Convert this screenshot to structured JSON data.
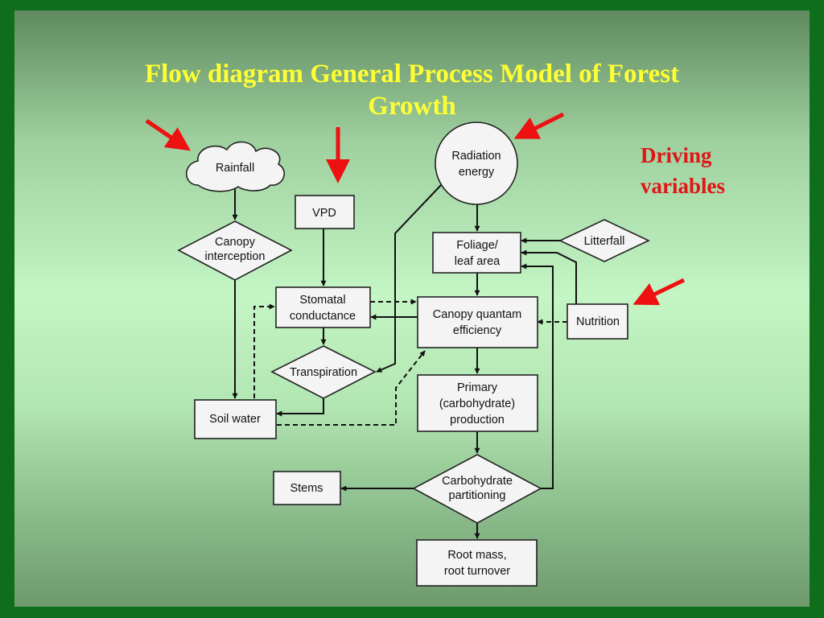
{
  "title": {
    "line1": "Flow diagram General Process Model of Forest",
    "line2": "Growth"
  },
  "legend": {
    "line1": "Driving",
    "line2": "variables"
  },
  "nodes": {
    "rainfall": "Rainfall",
    "radiation": [
      "Radiation",
      "energy"
    ],
    "vpd": "VPD",
    "canopy_interception": [
      "Canopy",
      "interception"
    ],
    "foliage": [
      "Foliage/",
      "leaf area"
    ],
    "litterfall": "Litterfall",
    "stomatal": [
      "Stomatal",
      "conductance"
    ],
    "quantum": [
      "Canopy quantam",
      "efficiency"
    ],
    "nutrition": "Nutrition",
    "transpiration": "Transpiration",
    "primary": [
      "Primary",
      "(carbohydrate)",
      "production"
    ],
    "soil_water": "Soil water",
    "stems": "Stems",
    "partitioning": [
      "Carbohydrate",
      "partitioning"
    ],
    "root": [
      "Root mass,",
      "root turnover"
    ]
  },
  "colors": {
    "title": "#ffff33",
    "driving_variables": "#e01515",
    "arrows_driving": "#ee1111",
    "frame": "#0f6e1c"
  }
}
